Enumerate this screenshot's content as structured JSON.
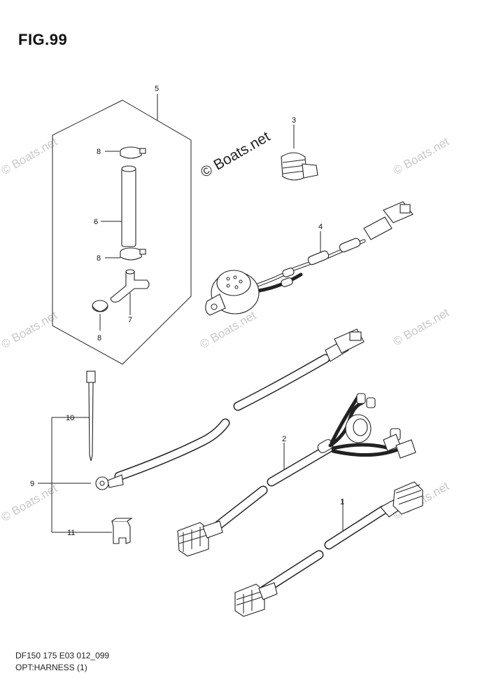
{
  "figure": {
    "title": "FIG.99",
    "code": "DF150 175 E03 012_099",
    "name": "OPT:HARNESS (1)"
  },
  "watermarks": {
    "center": "© Boats.net",
    "side": "© Boats.net"
  },
  "callouts": {
    "c1": "1",
    "c2": "2",
    "c3": "3",
    "c4": "4",
    "c5": "5",
    "c6": "6",
    "c7": "7",
    "c8a": "8",
    "c8b": "8",
    "c8c": "8",
    "c9": "9",
    "c10": "10",
    "c11": "11"
  }
}
